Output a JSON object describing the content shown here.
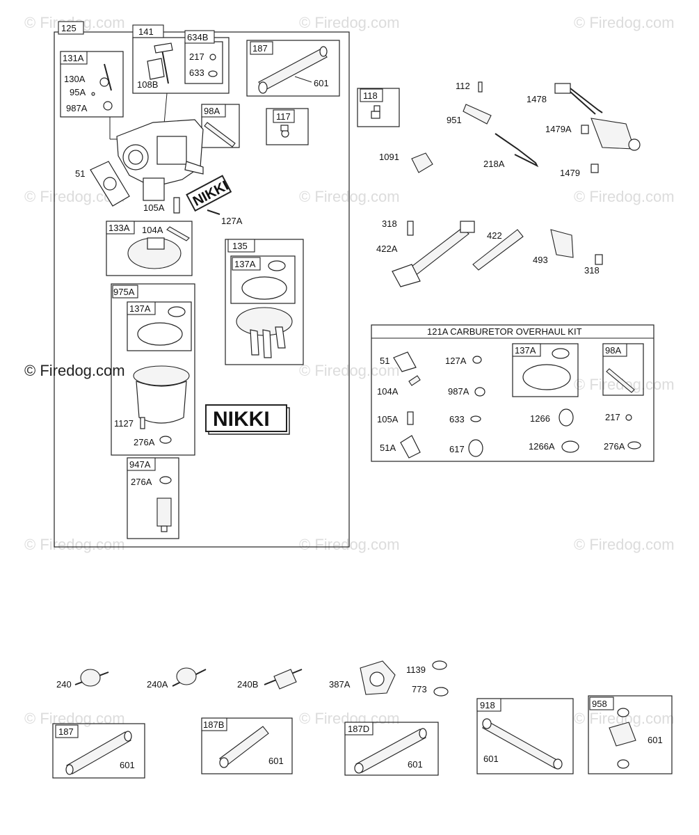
{
  "watermark": {
    "text": "© Firedog.com",
    "color": "#dcdcdc"
  },
  "brand_labels": {
    "nikki_small": "NIKKI",
    "nikki_large": "NIKKI"
  },
  "kit": {
    "title": "121A CARBURETOR OVERHAUL KIT"
  },
  "groups": {
    "g125": "125",
    "g131A": "131A",
    "g141": "141",
    "g634B": "634B",
    "g187_top": "187",
    "g98A": "98A",
    "g117": "117",
    "g133A": "133A",
    "g135": "135",
    "g137A_in135": "137A",
    "g975A": "975A",
    "g137A_in975A": "137A",
    "g947A": "947A",
    "g118": "118",
    "g137A_kit": "137A",
    "g98A_kit": "98A",
    "g187_bottom": "187",
    "g187B": "187B",
    "g187D": "187D",
    "g918": "918",
    "g958": "958"
  },
  "parts": {
    "p130A": "130A",
    "p95A": "95A",
    "p987A": "987A",
    "p108B": "108B",
    "p217": "217",
    "p633": "633",
    "p601_top": "601",
    "p51": "51",
    "p105A": "105A",
    "p127A": "127A",
    "p104A": "104A",
    "p1127": "1127",
    "p276A_975": "276A",
    "p276A_947": "276A",
    "p112": "112",
    "p1478": "1478",
    "p951": "951",
    "p1479A": "1479A",
    "p1091": "1091",
    "p218A": "218A",
    "p1479": "1479",
    "p318_a": "318",
    "p422A": "422A",
    "p422": "422",
    "p493": "493",
    "p318_b": "318",
    "k51": "51",
    "k127A": "127A",
    "k104A": "104A",
    "k987A": "987A",
    "k105A": "105A",
    "k633": "633",
    "k1266": "1266",
    "k217": "217",
    "k51A": "51A",
    "k617": "617",
    "k1266A": "1266A",
    "k276A": "276A",
    "p240": "240",
    "p240A": "240A",
    "p240B": "240B",
    "p387A": "387A",
    "p1139": "1139",
    "p773": "773",
    "p601_187": "601",
    "p601_187B": "601",
    "p601_187D": "601",
    "p601_918": "601",
    "p601_958": "601"
  }
}
